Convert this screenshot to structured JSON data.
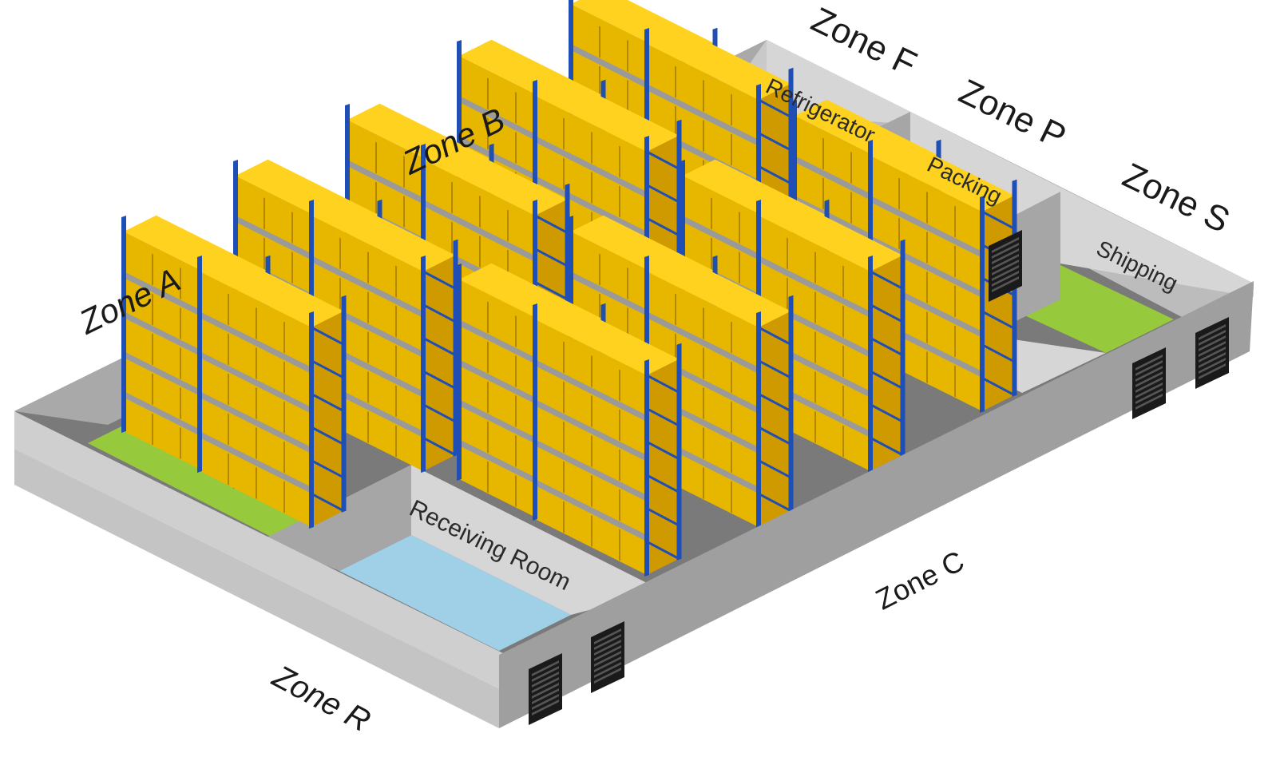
{
  "zones": {
    "a": "Zone A",
    "b": "Zone B",
    "c": "Zone C",
    "f": "Zone F",
    "p": "Zone P",
    "r": "Zone R",
    "s": "Zone S"
  },
  "rooms": {
    "receiving": "Receiving Room",
    "refrigerator": "Refrigerator",
    "packing": "Packing",
    "shipping": "Shipping"
  },
  "floor_colors": {
    "receiving": "#a0cfe8",
    "refrigerator": "#a0cfe8",
    "packing": "#ffc61a",
    "shipping": "#97c93c",
    "zone_a": "#97c93c",
    "aisle": "#3399d1"
  },
  "icons": [
    "rack-icon",
    "box-icon",
    "loading-door-icon"
  ]
}
